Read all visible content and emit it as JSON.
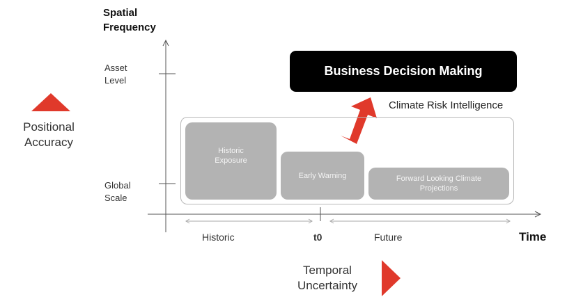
{
  "y_axis": {
    "title_line1": "Spatial",
    "title_line2": "Frequency",
    "ticks": [
      {
        "line1": "Asset",
        "line2": "Level"
      },
      {
        "line1": "Global",
        "line2": "Scale"
      }
    ]
  },
  "left_indicator": {
    "line1": "Positional",
    "line2": "Accuracy",
    "color": "#e0392b"
  },
  "decision_box": {
    "label": "Business Decision Making"
  },
  "climate_risk": {
    "label": "Climate Risk Intelligence"
  },
  "boxes": {
    "historic_exposure": {
      "line1": "Historic",
      "line2": "Exposure"
    },
    "early_warning": {
      "label": "Early Warning"
    },
    "forward_projections": {
      "line1": "Forward Looking Climate",
      "line2": "Projections"
    }
  },
  "x_axis": {
    "historic": "Historic",
    "t0": "t0",
    "future": "Future",
    "title": "Time"
  },
  "bottom_indicator": {
    "line1": "Temporal",
    "line2": "Uncertainty",
    "color": "#e0392b"
  },
  "colors": {
    "accent": "#e0392b",
    "box_fill": "#b3b3b3",
    "axis": "#555555"
  }
}
